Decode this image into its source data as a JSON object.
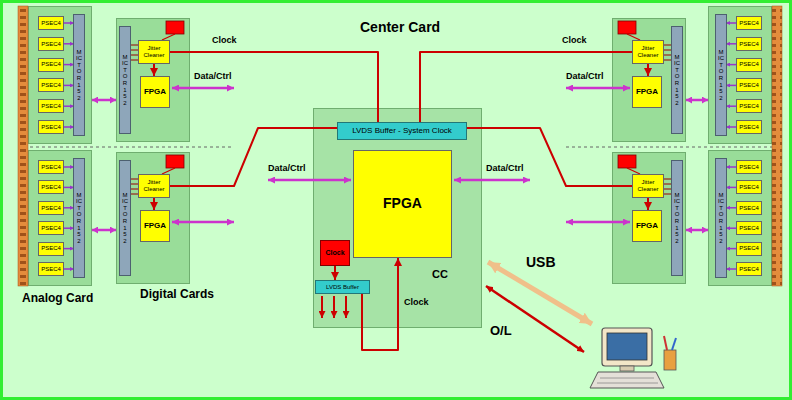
{
  "diagram": {
    "nodes": [
      {
        "text": []
      },
      {
        "text": [
          "PSEC4"
        ],
        "in": 0
      },
      {
        "text": [
          "PSEC4"
        ],
        "in": 0
      },
      {
        "text": [
          "PSEC4"
        ],
        "in": 0
      },
      {
        "text": [
          "PSEC4"
        ],
        "in": 0
      },
      {
        "text": [
          "PSEC4"
        ],
        "in": 0
      },
      {
        "text": [
          "PSEC4"
        ],
        "in": 0
      },
      {
        "text": [
          "MICTOR 152"
        ],
        "in": 0
      },
      {
        "text": []
      },
      {
        "text": [
          "MICTOR 152"
        ],
        "in": 8
      },
      {
        "text": [
          "Jitter Cleaner"
        ],
        "in": 8
      },
      {
        "text": [
          "FPGA"
        ],
        "in": 8
      },
      {
        "text": [
          "Analog Card"
        ]
      },
      {
        "text": [
          "PSEC4"
        ],
        "in": 12
      },
      {
        "text": [
          "PSEC4"
        ],
        "in": 12
      },
      {
        "text": [
          "PSEC4"
        ],
        "in": 12
      },
      {
        "text": [
          "PSEC4"
        ],
        "in": 12
      },
      {
        "text": [
          "PSEC4"
        ],
        "in": 12
      },
      {
        "text": [
          "PSEC4"
        ],
        "in": 12
      },
      {
        "text": [
          "MICTOR 152"
        ],
        "in": 12
      },
      {
        "text": [
          "Digital Cards"
        ]
      },
      {
        "text": [
          "MICTOR 152"
        ],
        "in": 20
      },
      {
        "text": [
          "Jitter Cleaner"
        ],
        "in": 20
      },
      {
        "text": [
          "FPGA"
        ],
        "in": 20
      },
      {
        "text": [
          "CC"
        ]
      },
      {
        "text": [
          "LVDS Buffer - System Clock"
        ],
        "in": 24
      },
      {
        "text": [
          "FPGA"
        ],
        "in": 24
      },
      {
        "text": [
          "Clock"
        ],
        "in": 24
      },
      {
        "text": [
          "LVDS Buffer"
        ],
        "in": 24
      },
      {
        "text": []
      },
      {
        "text": [
          "Jitter Cleaner"
        ],
        "in": 29
      },
      {
        "text": [
          "FPGA"
        ],
        "in": 29
      },
      {
        "text": [
          "MICTOR 152"
        ],
        "in": 29
      },
      {
        "text": []
      },
      {
        "text": [
          "MICTOR 152"
        ],
        "in": 33
      },
      {
        "text": [
          "PSEC4"
        ],
        "in": 33
      },
      {
        "text": [
          "PSEC4"
        ],
        "in": 33
      },
      {
        "text": [
          "PSEC4"
        ],
        "in": 33
      },
      {
        "text": [
          "PSEC4"
        ],
        "in": 33
      },
      {
        "text": [
          "PSEC4"
        ],
        "in": 33
      },
      {
        "text": [
          "PSEC4"
        ],
        "in": 33
      },
      {
        "text": []
      },
      {
        "text": [
          "Jitter Cleaner"
        ],
        "in": 41
      },
      {
        "text": [
          "FPGA"
        ],
        "in": 41
      },
      {
        "text": [
          "MICTOR 152"
        ],
        "in": 41
      },
      {
        "text": []
      },
      {
        "text": [
          "MICTOR 152"
        ],
        "in": 45
      },
      {
        "text": [
          "PSEC4"
        ],
        "in": 45
      },
      {
        "text": [
          "PSEC4"
        ],
        "in": 45
      },
      {
        "text": [
          "PSEC4"
        ],
        "in": 45
      },
      {
        "text": [
          "PSEC4"
        ],
        "in": 45
      },
      {
        "text": [
          "PSEC4"
        ],
        "in": 45
      },
      {
        "text": [
          "PSEC4"
        ],
        "in": 45
      }
    ],
    "edges": [
      {
        "from": 25,
        "to": 10,
        "arrow": "none"
      },
      {
        "from": 25,
        "to": 22,
        "arrow": "none"
      },
      {
        "from": 25,
        "to": 30,
        "arrow": "none"
      },
      {
        "from": 25,
        "to": 42,
        "arrow": "none"
      },
      {
        "from": 10,
        "to": 11,
        "arrow": "to"
      },
      {
        "from": 22,
        "to": 23,
        "arrow": "to"
      },
      {
        "from": 30,
        "to": 31,
        "arrow": "to"
      },
      {
        "from": 42,
        "to": 43,
        "arrow": "to"
      },
      {
        "from": 27,
        "to": 28,
        "arrow": "to"
      },
      {
        "from": 28,
        "to": 26,
        "arrow": "to"
      },
      {
        "from": 0,
        "to": 8,
        "arrow": "both"
      },
      {
        "from": 12,
        "to": 20,
        "arrow": "both"
      },
      {
        "from": 33,
        "to": 29,
        "arrow": "both"
      },
      {
        "from": 45,
        "to": 41,
        "arrow": "both"
      }
    ],
    "labels": [
      "Center Card",
      "Clock",
      "Clock",
      "Data/Ctrl",
      "Data/Ctrl",
      "Data/Ctrl",
      "Data/Ctrl",
      "USB",
      "Clock",
      "O/L"
    ]
  }
}
